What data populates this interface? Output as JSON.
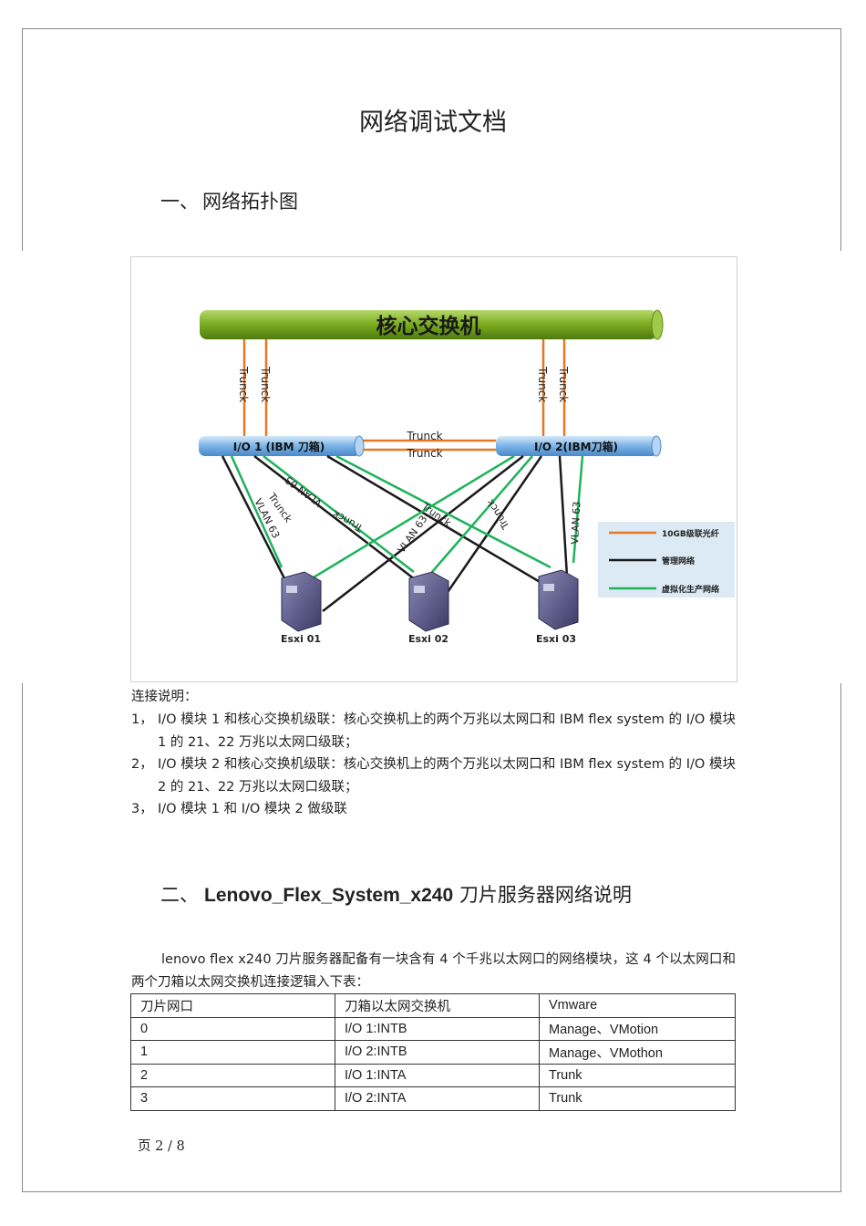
{
  "document": {
    "title": "网络调试文档",
    "section1": {
      "number": "一、",
      "title": "网络拓扑图"
    },
    "diagram": {
      "core_switch": "核心交换机",
      "io1": "I/O 1 (IBM 刀箱)",
      "io2": "I/O 2(IBM刀箱)",
      "trunk_label": "Trunck",
      "vlan_label": "VLAN 63",
      "servers": [
        "Esxi 01",
        "Esxi 02",
        "Esxi 03"
      ],
      "legend": [
        {
          "label": "10GB级联光纤",
          "color": "#e87722"
        },
        {
          "label": "管理网络",
          "color": "#1a1a1a"
        },
        {
          "label": "虚拟化生产网络",
          "color": "#1db35a"
        }
      ],
      "colors": {
        "core_green": "#7aab1f",
        "io_blue": "#7ab3e6"
      }
    },
    "connection_heading": "连接说明：",
    "connections": [
      {
        "num": "1，",
        "text": "I/O 模块 1 和核心交换机级联：核心交换机上的两个万兆以太网口和 IBM flex system 的 I/O 模块 1 的 21、22 万兆以太网口级联；"
      },
      {
        "num": "2，",
        "text": "I/O 模块 2 和核心交换机级联：核心交换机上的两个万兆以太网口和 IBM flex system 的 I/O 模块 2 的 21、22 万兆以太网口级联；"
      },
      {
        "num": "3，",
        "text": "I/O 模块 1 和 I/O 模块 2 做级联"
      }
    ],
    "section2": {
      "number": "二、",
      "title_bold": "Lenovo_Flex_System_x240",
      "title_rest": " 刀片服务器网络说明"
    },
    "paragraph": "lenovo flex x240 刀片服务器配备有一块含有 4 个千兆以太网口的网络模块，这 4 个以太网口和两个刀箱以太网交换机连接逻辑入下表：",
    "table": {
      "headers": [
        "刀片网口",
        "刀箱以太网交换机",
        "Vmware"
      ],
      "rows": [
        [
          "0",
          "I/O 1:INTB",
          "Manage、VMotion"
        ],
        [
          "1",
          "I/O 2:INTB",
          "Manage、VMothon"
        ],
        [
          "2",
          "I/O 1:INTA",
          "Trunk"
        ],
        [
          "3",
          "I/O 2:INTA",
          "Trunk"
        ]
      ]
    },
    "footer": "页   2 / 8"
  }
}
